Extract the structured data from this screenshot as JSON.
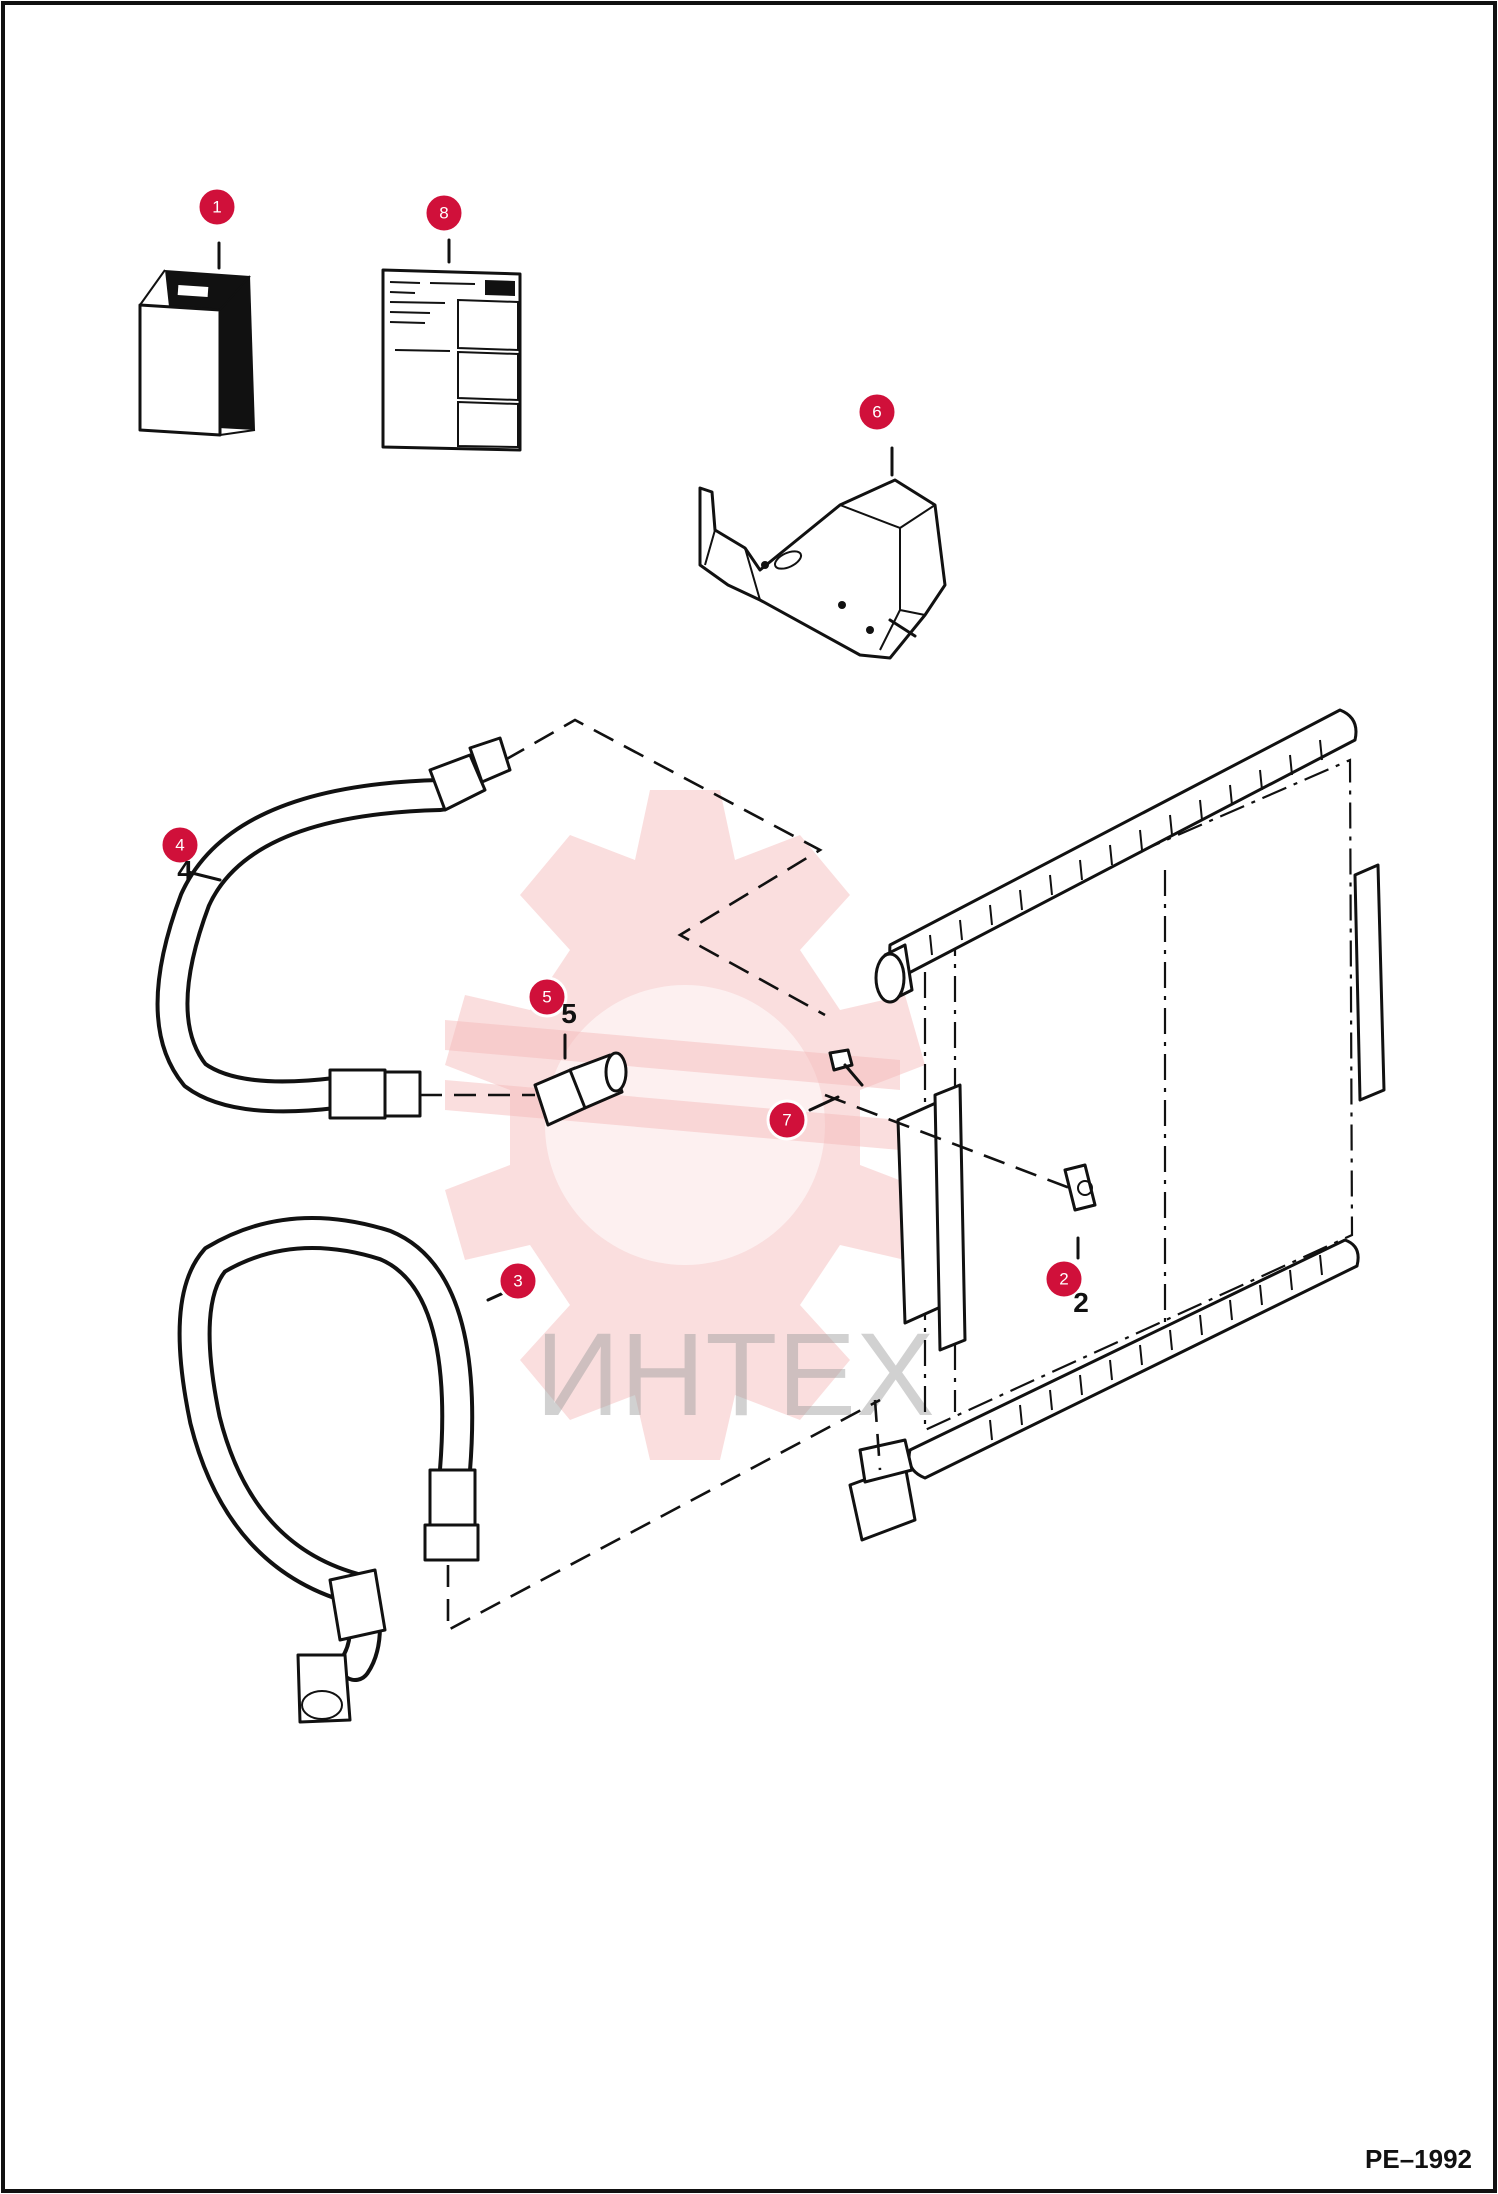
{
  "watermark": {
    "text": "ИНТЕХ"
  },
  "drawing_code": "PE–1992",
  "callouts": [
    {
      "number": "1",
      "label": ""
    },
    {
      "number": "8",
      "label": ""
    },
    {
      "number": "6",
      "label": ""
    },
    {
      "number": "4",
      "label": "4"
    },
    {
      "number": "5",
      "label": "5"
    },
    {
      "number": "7",
      "label": ""
    },
    {
      "number": "2",
      "label": "2"
    },
    {
      "number": "3",
      "label": ""
    }
  ],
  "colors": {
    "callout": "#d0103a",
    "line": "#111111",
    "watermark": "#f5b5b5"
  }
}
